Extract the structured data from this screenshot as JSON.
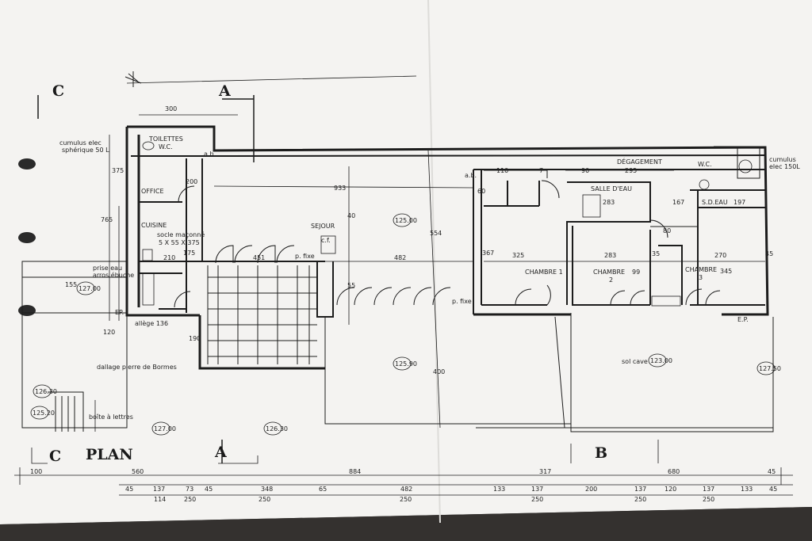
{
  "plan": {
    "title": "PLAN",
    "section_markers": {
      "a": "A",
      "b": "B",
      "c": "C"
    },
    "rooms": {
      "toilettes_1": "TOILETTES",
      "toilettes_2": "W.C.",
      "office": "OFFICE",
      "cuisine": "CUISINE",
      "socle_1": "socle maçonné",
      "socle_2": "5 X 55 X 375",
      "sejour": "SEJOUR",
      "degagement": "DÉGAGEMENT",
      "salle_eau": "SALLE D'EAU",
      "chambre1": "CHAMBRE 1",
      "chambre2_1": "CHAMBRE",
      "chambre2_2": "2",
      "chambre3_1": "CHAMBRE",
      "chambre3_2": "3",
      "sdeau": "S.D.EAU",
      "wc2": "W.C."
    },
    "notes": {
      "cumulus_left_1": "cumulus elec",
      "cumulus_left_2": "sphérique 50 L",
      "cumulus_right_1": "cumulus",
      "cumulus_right_2": "elec 150L",
      "prise_eau_1": "prise eau",
      "prise_eau_2": "arros.ébuche",
      "allege": "allège 136",
      "dallage": "dallage pierre de Bormes",
      "boite": "boîte à lettres",
      "sol_cave": "sol cave",
      "p_fixe_1": "p. fixe",
      "p_fixe_2": "p. fixe",
      "cf": "c.f.",
      "ep_left": "EP.",
      "ep_right": "E.P.",
      "ab_1": "a.b.",
      "ab_2": "a.b."
    },
    "levels": [
      "127.00",
      "125.00",
      "125.90",
      "123.00",
      "127.50",
      "126.30",
      "125.20",
      "127.00",
      "126.30"
    ],
    "room_dims": [
      "300",
      "933",
      "295",
      "283",
      "167",
      "197",
      "325",
      "283",
      "270",
      "210",
      "451",
      "482",
      "367",
      "345",
      "99",
      "80",
      "55",
      "40",
      "120",
      "200",
      "175",
      "765",
      "375",
      "554",
      "400",
      "190",
      "155",
      "45",
      "35",
      "60",
      "90",
      "110",
      "7"
    ],
    "dims_row1": [
      "100",
      "560",
      "884",
      "317",
      "680",
      "45"
    ],
    "dims_row2": [
      "45",
      "137",
      "73",
      "45",
      "348",
      "65",
      "482",
      "133",
      "137",
      "200",
      "137",
      "120",
      "137",
      "133",
      "45"
    ],
    "dims_row3": [
      "114",
      "250",
      "250",
      "250",
      "250",
      "250",
      "250"
    ]
  }
}
